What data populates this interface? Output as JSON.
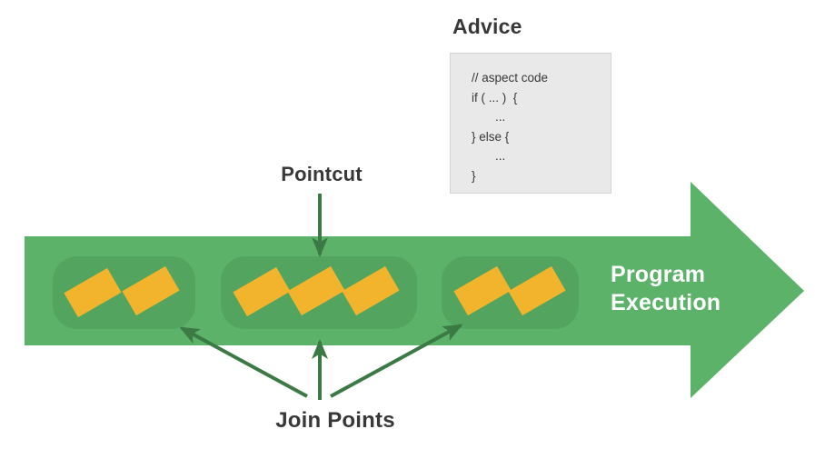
{
  "advice": {
    "label": "Advice",
    "code_lines": [
      "// aspect code",
      "if ( ... )  {",
      "...",
      "} else {",
      "...",
      "}"
    ]
  },
  "pointcut": {
    "label": "Pointcut"
  },
  "join_points": {
    "label": "Join Points"
  },
  "program_execution": {
    "label": "Program Execution"
  },
  "colors": {
    "arrow_green": "#5cb269",
    "group_green": "#52a45f",
    "jp_yellow": "#f2b42c",
    "connector_green": "#3b7a44",
    "text_dark": "#383838",
    "text_white": "#ffffff",
    "code_bg": "#e9e9e9",
    "code_border": "#d4d4d4"
  }
}
